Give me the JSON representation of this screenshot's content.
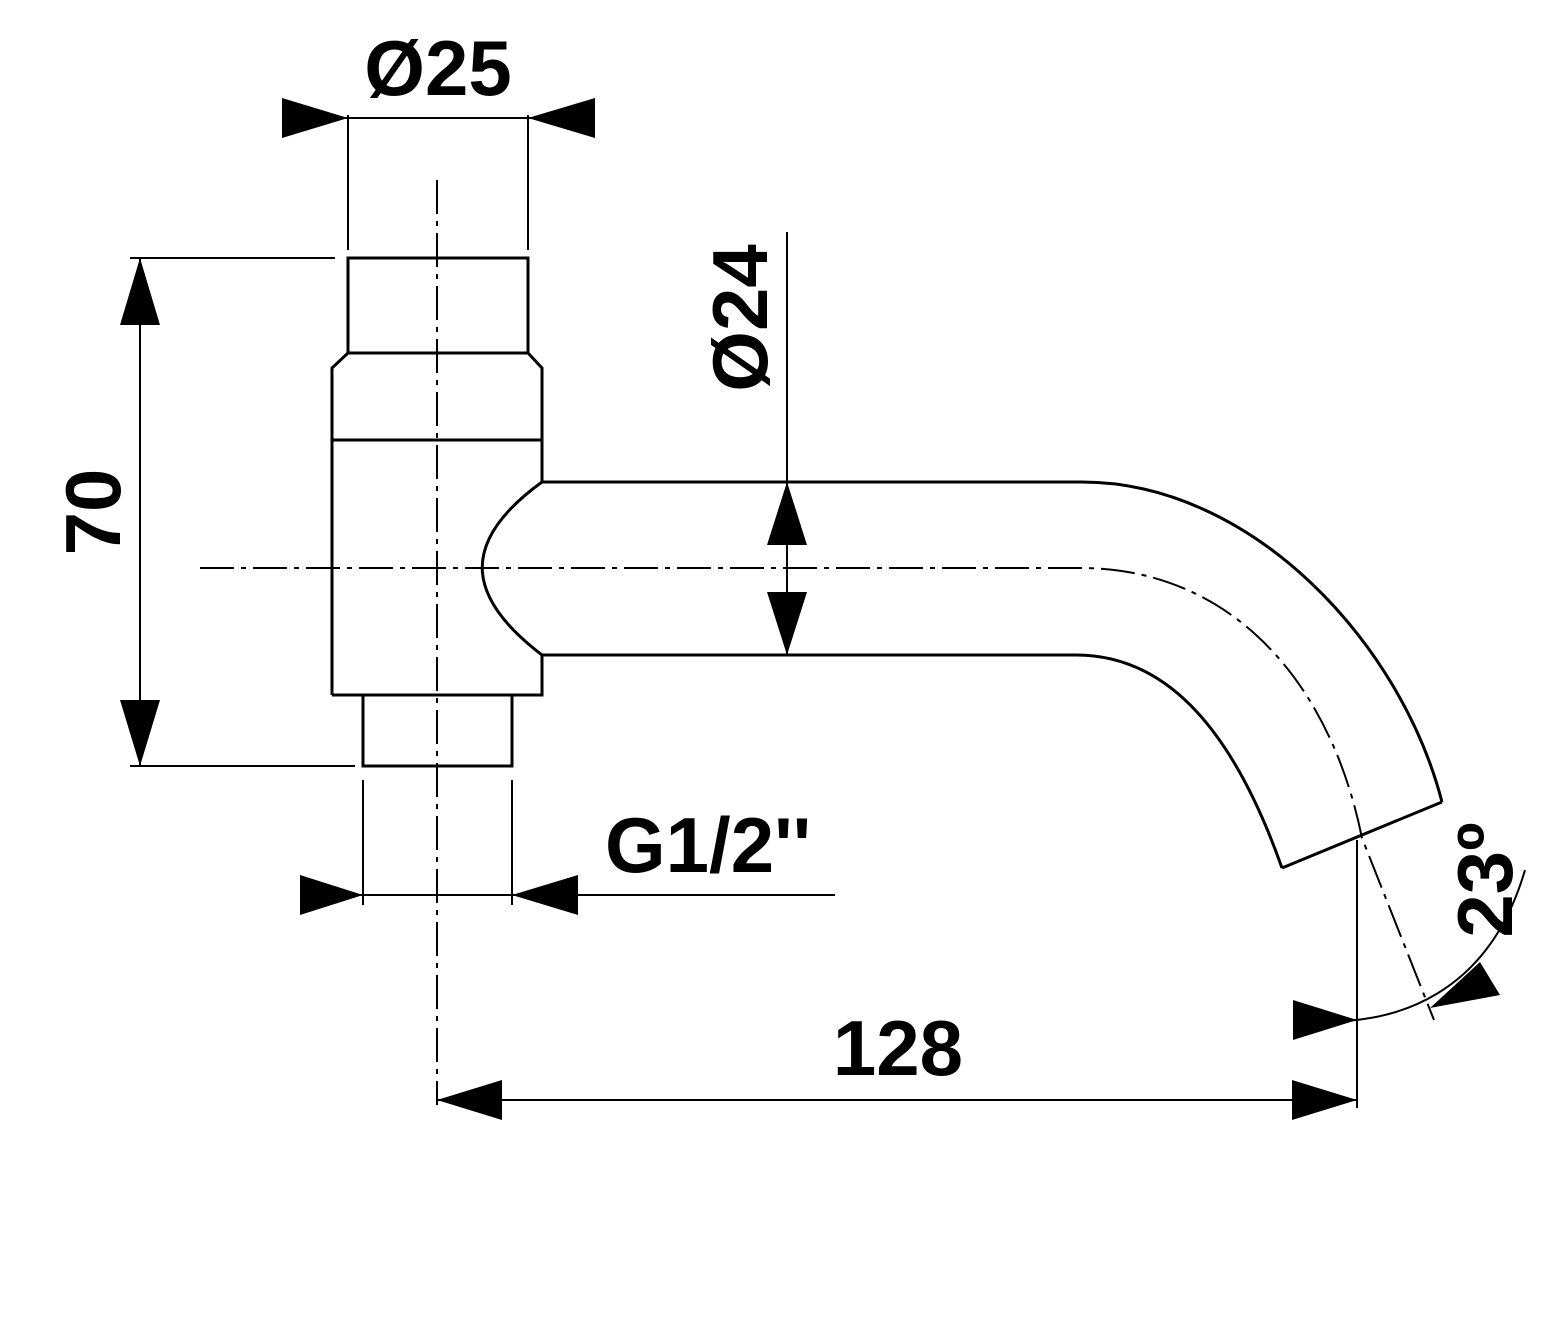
{
  "dimensions": {
    "top_diameter": "Ø25",
    "spout_diameter": "Ø24",
    "height": "70",
    "thread": "G1/2''",
    "length": "128",
    "angle": "23º"
  },
  "colors": {
    "line": "#000000",
    "background": "#ffffff"
  }
}
